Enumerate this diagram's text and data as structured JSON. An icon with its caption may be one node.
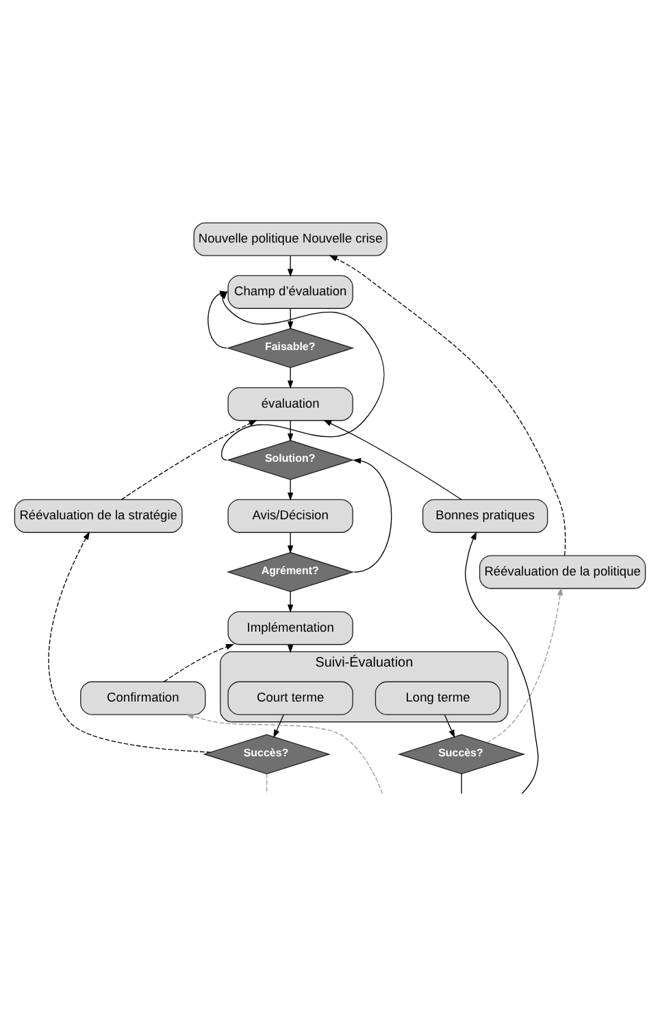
{
  "diagram": {
    "nodes": [
      {
        "text": [
          "Nouvelle politique Nouvelle crise"
        ]
      },
      {
        "text": [
          "Champ d’évaluation"
        ]
      },
      {
        "text": [
          "Faisable?"
        ]
      },
      {
        "text": [
          "évaluation"
        ]
      },
      {
        "text": [
          "Solution?"
        ]
      },
      {
        "text": [
          "Avis/Décision"
        ]
      },
      {
        "text": [
          "Agrément?"
        ]
      },
      {
        "text": [
          "Implémentation"
        ]
      },
      {
        "text": [
          "Suivi-Évaluation"
        ]
      },
      {
        "text": [
          "Court terme"
        ],
        "in": 8
      },
      {
        "text": [
          "Long terme"
        ],
        "in": 8
      },
      {
        "text": [
          "Succès?"
        ]
      },
      {
        "text": [
          "Succès?"
        ]
      },
      {
        "text": [
          "Réévaluation de la stratégie"
        ]
      },
      {
        "text": [
          "Confirmation"
        ]
      },
      {
        "text": [
          "Réévaluation de la politique"
        ]
      },
      {
        "text": [
          "Bonnes pratiques"
        ]
      }
    ],
    "edges": [
      {
        "from": 0,
        "to": 1,
        "arrow": "to"
      },
      {
        "from": 1,
        "to": 2,
        "arrow": "to"
      },
      {
        "from": 2,
        "to": 1,
        "arrow": "to"
      },
      {
        "from": 2,
        "to": 3,
        "arrow": "to"
      },
      {
        "from": 3,
        "to": 4,
        "arrow": "to"
      },
      {
        "from": 4,
        "to": 1,
        "arrow": "to"
      },
      {
        "from": 4,
        "to": 5,
        "arrow": "to"
      },
      {
        "from": 5,
        "to": 6,
        "arrow": "to"
      },
      {
        "from": 6,
        "to": 4,
        "arrow": "to"
      },
      {
        "from": 6,
        "to": 7,
        "arrow": "to"
      },
      {
        "from": 7,
        "to": 8,
        "arrow": "to"
      },
      {
        "from": 9,
        "to": 11,
        "arrow": "to"
      },
      {
        "from": 10,
        "to": 12,
        "arrow": "to"
      },
      {
        "from": 11,
        "to": 13,
        "arrow": "to",
        "style": "dashed"
      },
      {
        "from": 13,
        "to": 3,
        "arrow": "to",
        "style": "dashed"
      },
      {
        "from": 11,
        "to": null,
        "arrow": "none",
        "style": "dashed",
        "color": "#999999"
      },
      {
        "from": null,
        "to": 14,
        "arrow": "to",
        "style": "dashed",
        "color": "#999999"
      },
      {
        "from": 14,
        "to": 7,
        "arrow": "to",
        "style": "dashed"
      },
      {
        "from": 12,
        "to": 15,
        "arrow": "to",
        "style": "dashed",
        "color": "#999999"
      },
      {
        "from": 15,
        "to": 0,
        "arrow": "to",
        "style": "dashed"
      },
      {
        "from": 12,
        "to": null,
        "arrow": "none"
      },
      {
        "from": null,
        "to": 16,
        "arrow": "to"
      },
      {
        "from": 16,
        "to": 3,
        "arrow": "to"
      }
    ]
  }
}
